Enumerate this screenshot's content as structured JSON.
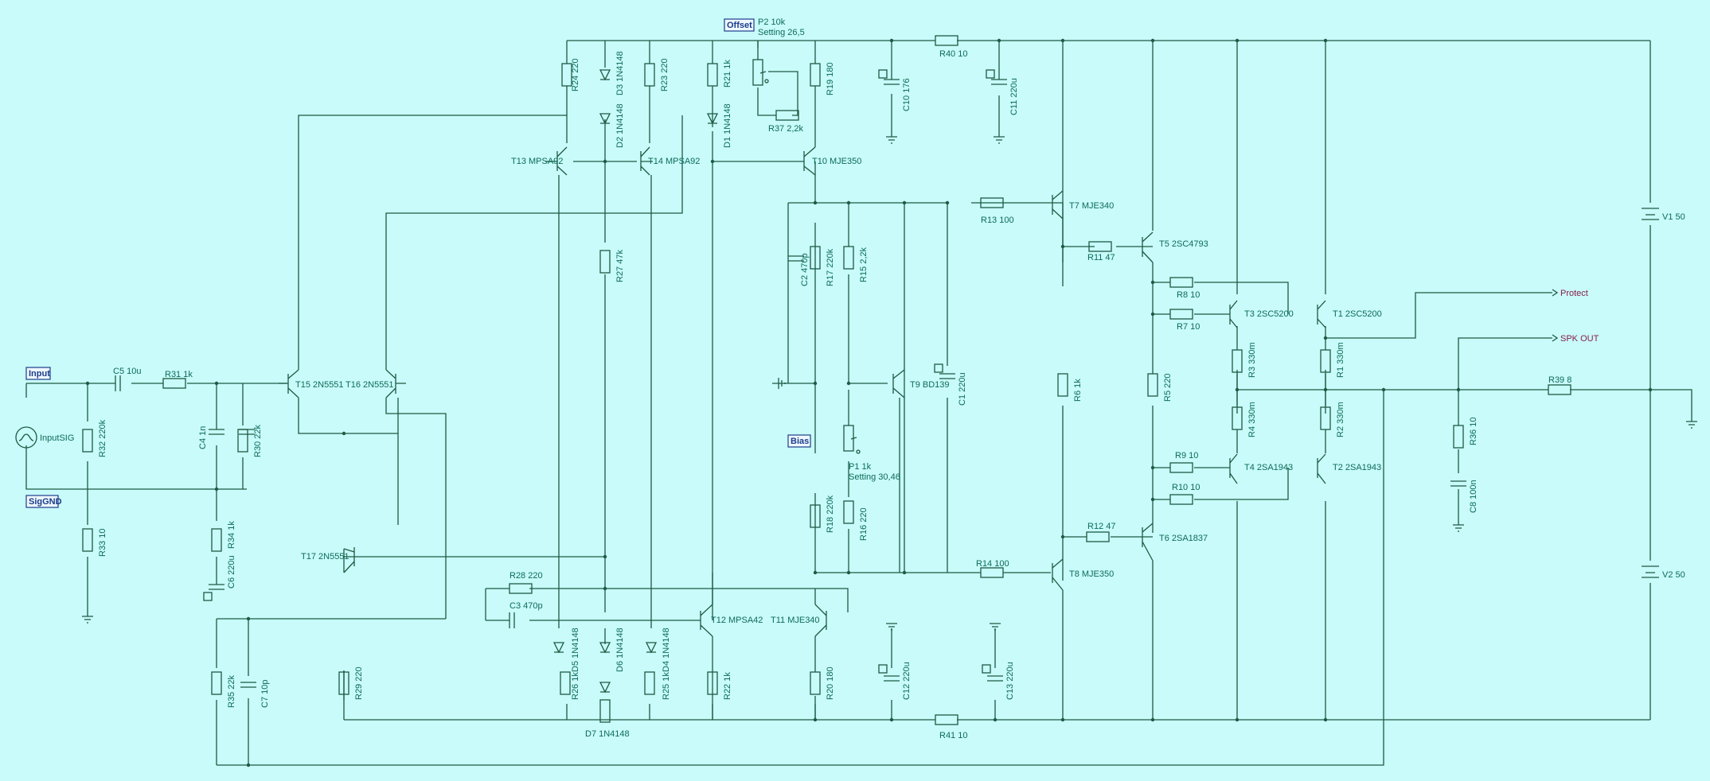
{
  "tags": {
    "input": "Input",
    "siggnd": "SigGND",
    "offset": "Offset",
    "bias": "Bias"
  },
  "source": {
    "name": "InputSIG"
  },
  "outputs": {
    "protect": "Protect",
    "spk": "SPK OUT"
  },
  "supplies": {
    "v1": "V1 50",
    "v2": "V2 50"
  },
  "resistors": {
    "r1": "R1 330m",
    "r2": "R2 330m",
    "r3": "R3 330m",
    "r4": "R4 330m",
    "r5": "R5 220",
    "r6": "R6 1k",
    "r7": "R7 10",
    "r8": "R8 10",
    "r9": "R9 10",
    "r10": "R10 10",
    "r11": "R11 47",
    "r12": "R12 47",
    "r13": "R13 100",
    "r14": "R14 100",
    "r15": "R15 2,2k",
    "r16": "R16 220",
    "r17": "R17 220k",
    "r18": "R18 220k",
    "r19": "R19 180",
    "r20": "R20 180",
    "r21": "R21 1k",
    "r22": "R22 1k",
    "r23": "R23 220",
    "r24": "R24 220",
    "r25": "R25 1k",
    "r26": "R26 1k",
    "r27": "R27 47k",
    "r28": "R28 220",
    "r29": "R29 220",
    "r30": "R30 22k",
    "r31": "R31 1k",
    "r32": "R32 220k",
    "r33": "R33 10",
    "r34": "R34 1k",
    "r35": "R35 22k",
    "r36": "R36 10",
    "r37": "R37 2,2k",
    "r39": "R39 8",
    "r40": "R40 10",
    "r41": "R41 10"
  },
  "capacitors": {
    "c1": "C1 220u",
    "c2": "C2 470p",
    "c3": "C3 470p",
    "c4": "C4 1n",
    "c5": "C5 10u",
    "c6": "C6 220u",
    "c7": "C7 10p",
    "c8": "C8 100n",
    "c10": "C10 176",
    "c11": "C11 220u",
    "c12": "C12 220u",
    "c13": "C13 220u"
  },
  "diodes": {
    "d1": "D1 1N4148",
    "d2": "D2 1N4148",
    "d3": "D3 1N4148",
    "d4": "D4 1N4148",
    "d5": "D5 1N4148",
    "d6": "D6 1N4148",
    "d7": "D7 1N4148"
  },
  "transistors": {
    "t1": "T1 2SC5200",
    "t2": "T2 2SA1943",
    "t3": "T3 2SC5200",
    "t4": "T4 2SA1943",
    "t5": "T5 2SC4793",
    "t6": "T6 2SA1837",
    "t7": "T7 MJE340",
    "t8": "T8 MJE350",
    "t9": "T9 BD139",
    "t10": "T10 MJE350",
    "t11": "T11 MJE340",
    "t12": "T12 MPSA42",
    "t13": "T13 MPSA92",
    "t14": "T14 MPSA92",
    "t15": "T15 2N5551",
    "t16": "T16 2N5551",
    "t17": "T17 2N5551"
  },
  "pots": {
    "p1": "P1 1k",
    "p1_setting": "Setting 30,46",
    "p2": "P2 10k",
    "p2_setting": "Setting 26,5"
  }
}
